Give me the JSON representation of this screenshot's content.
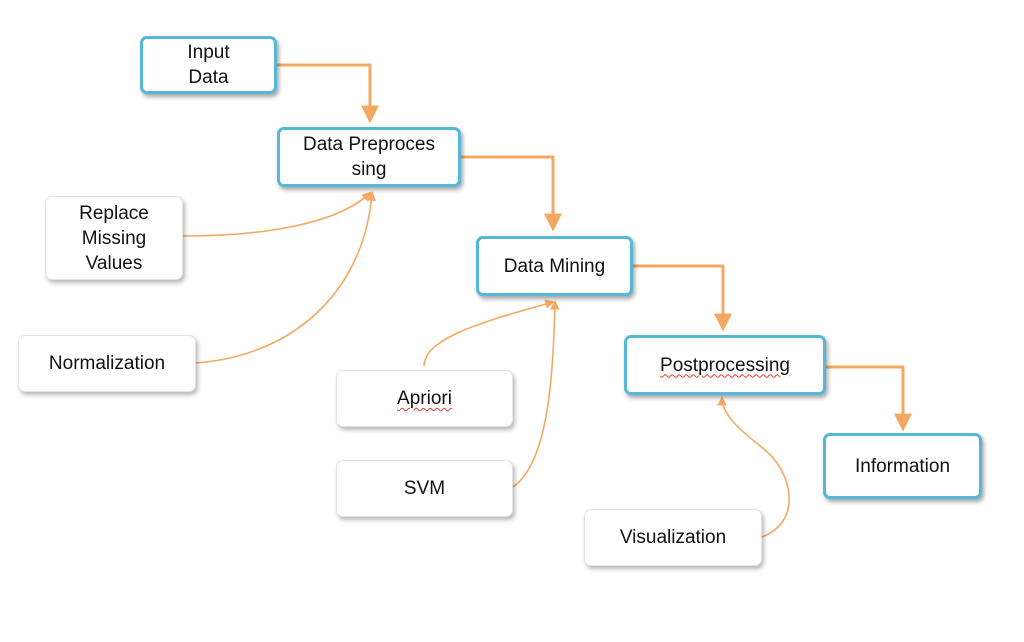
{
  "colors": {
    "connector": "#f5a862",
    "process_border": "#55b8d8",
    "method_border": "#e2e2e2",
    "spellcheck_underline": "#e23b3b"
  },
  "diagram": {
    "process_nodes": {
      "input_data": "Input\nData",
      "data_preprocessing": "Data Preproces\nsing",
      "data_mining": "Data Mining",
      "postprocessing": "Postprocessing",
      "information": "Information"
    },
    "method_nodes": {
      "replace_missing_values": "Replace\nMissing\nValues",
      "normalization": "Normalization",
      "apriori": "Apriori",
      "svm": "SVM",
      "visualization": "Visualization"
    }
  }
}
